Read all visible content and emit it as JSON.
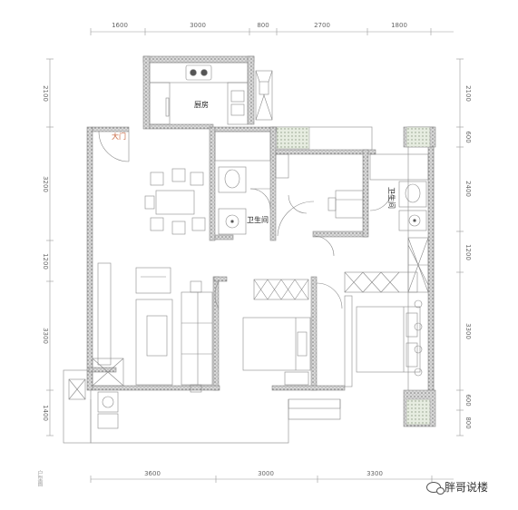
{
  "rooms": {
    "kitchen": "厨房",
    "bathroom_1": "卫生间",
    "bathroom_2": "卫生间",
    "entrance": "大门"
  },
  "dimensions": {
    "top": [
      "1600",
      "3000",
      "800",
      "2700",
      "1800"
    ],
    "bottom": [
      "3600",
      "3000",
      "3300"
    ],
    "left": [
      "2100",
      "3200",
      "1200",
      "3300",
      "1400"
    ],
    "right": [
      "2100",
      "600",
      "2400",
      "1200",
      "3300",
      "600",
      "800"
    ]
  },
  "watermark": {
    "text": "胖哥说楼"
  },
  "legend_stub": "户型图",
  "colors": {
    "wall": "#8a8a8a",
    "wall_hatch": "#c4c4c4",
    "line": "#9a9a9a",
    "door_label": "#c8643c"
  }
}
